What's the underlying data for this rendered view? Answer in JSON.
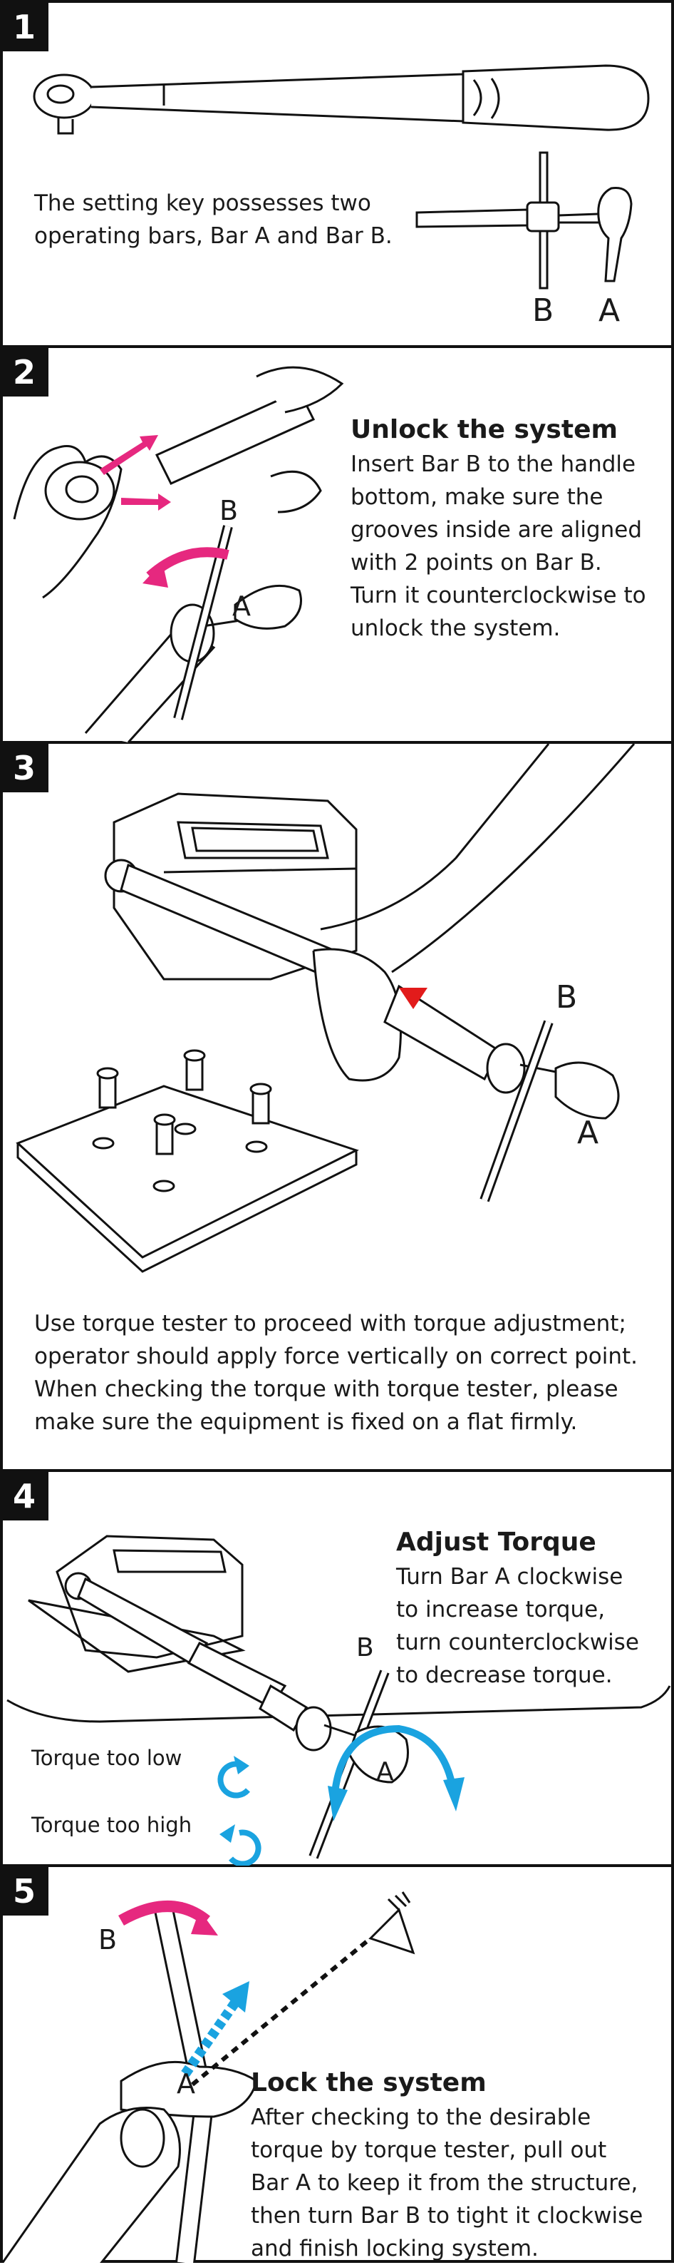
{
  "steps": {
    "s1": {
      "number": "1",
      "body": [
        "The setting key possesses two",
        "operating bars, Bar A and Bar B."
      ],
      "label_b": "B",
      "label_a": "A"
    },
    "s2": {
      "number": "2",
      "title": "Unlock the system",
      "body": [
        "Insert Bar B to the handle",
        "bottom, make sure the",
        "grooves inside are aligned",
        "with 2 points on Bar B.",
        "Turn it counterclockwise to",
        "unlock the system."
      ],
      "label_b": "B",
      "label_a": "A"
    },
    "s3": {
      "number": "3",
      "body": [
        "Use torque tester to proceed with torque adjustment;",
        "operator should apply force vertically on correct point.",
        "When checking the torque with torque tester, please",
        "make sure the equipment is fixed on a flat firmly."
      ],
      "label_b": "B",
      "label_a": "A"
    },
    "s4": {
      "number": "4",
      "title": "Adjust Torque",
      "body": [
        "Turn Bar A clockwise",
        "to increase torque,",
        "turn counterclockwise",
        "to decrease torque."
      ],
      "low_label": "Torque too low",
      "high_label": "Torque too high",
      "label_b": "B",
      "label_a": "A"
    },
    "s5": {
      "number": "5",
      "title": "Lock the system",
      "body": [
        "After checking to the desirable",
        "torque by torque tester, pull out",
        "Bar A to keep it from the structure,",
        "then turn Bar B to tight it clockwise",
        "and finish locking system."
      ],
      "label_b": "B",
      "label_a": "A"
    }
  },
  "colors": {
    "magenta": "#e6287f",
    "blue": "#1aa3e0",
    "red": "#e21b1b",
    "ink": "#111111"
  }
}
